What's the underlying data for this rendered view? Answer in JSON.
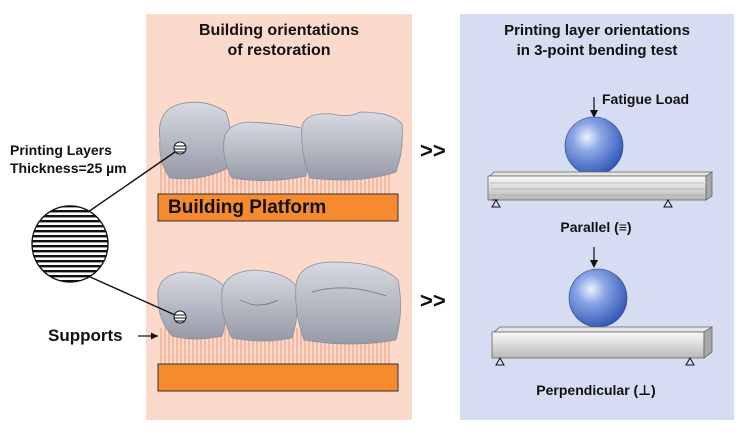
{
  "left_panel": {
    "title_line1": "Building orientations",
    "title_line2": "of restoration",
    "platform_label": "Building Platform",
    "supports_label": "Supports",
    "background": "#fbdacb",
    "platform_color": "#f58a2e"
  },
  "right_panel": {
    "title_line1": "Printing layer orientations",
    "title_line2": "in 3-point bending test",
    "load_label": "Fatigue Load",
    "parallel_label": "Parallel (≡)",
    "perpendicular_label": "Perpendicular (⊥)",
    "background": "#d6dcf2"
  },
  "layers": {
    "label_line1": "Printing Layers",
    "label_line2": "Thickness=25 µm"
  },
  "arrows": {
    "top": ">>",
    "bottom": ">>"
  },
  "colors": {
    "support": "#f4a07a",
    "tooth": "#b9bdc9",
    "sphere": "#3a66c6"
  }
}
